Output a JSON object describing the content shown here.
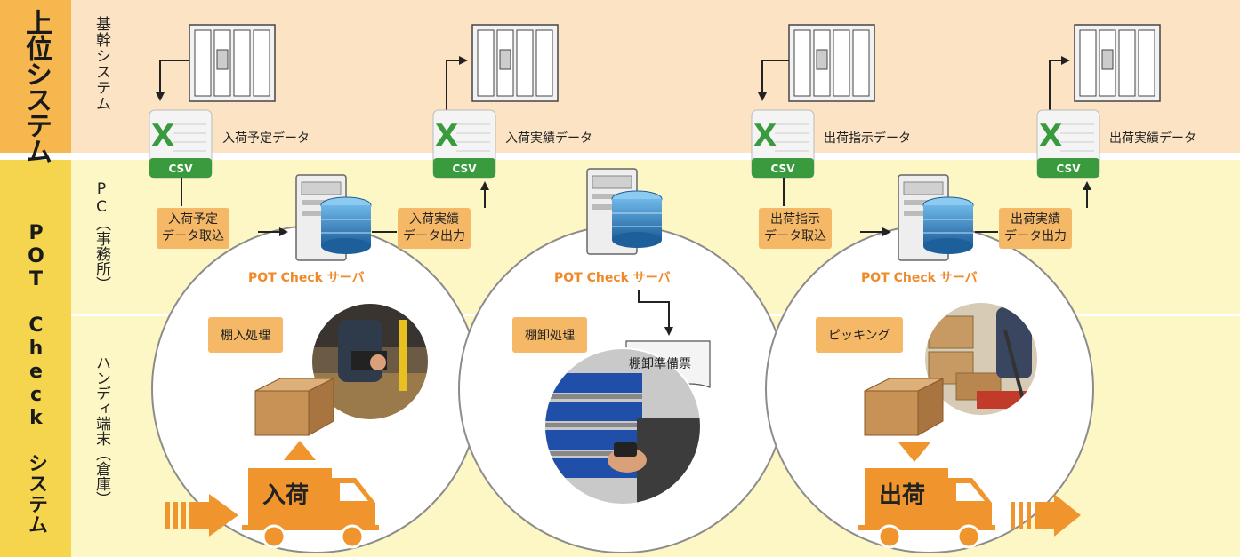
{
  "layers": {
    "upper": {
      "title": "上位システム",
      "row_label": "基幹システム"
    },
    "pot": {
      "title": "POT Check システム",
      "pc_label": "PC（事務所）",
      "handy_label": "ハンディ端末（倉庫）"
    }
  },
  "data_files": {
    "csv_tag": "CSV",
    "inbound_plan": "入荷予定データ",
    "inbound_result": "入荷実績データ",
    "outbound_instruction": "出荷指示データ",
    "outbound_result": "出荷実績データ"
  },
  "operations": {
    "inbound_import": [
      "入荷予定",
      "データ取込"
    ],
    "inbound_export": [
      "入荷実績",
      "データ出力"
    ],
    "outbound_import": [
      "出荷指示",
      "データ取込"
    ],
    "outbound_export": [
      "出荷実績",
      "データ出力"
    ]
  },
  "server_label": "POT Check サーバ",
  "processes": {
    "shelving": "棚入処理",
    "inventory": "棚卸処理",
    "picking": "ピッキング"
  },
  "inventory_doc": "棚卸準備票",
  "trucks": {
    "inbound": "入荷",
    "outbound": "出荷"
  },
  "colors": {
    "upper_band": "#fbe3c4",
    "pot_band": "#fdf6c5",
    "title_box": "#f6b74e",
    "orange": "#f0952e",
    "excel_green": "#3a9b3e"
  }
}
